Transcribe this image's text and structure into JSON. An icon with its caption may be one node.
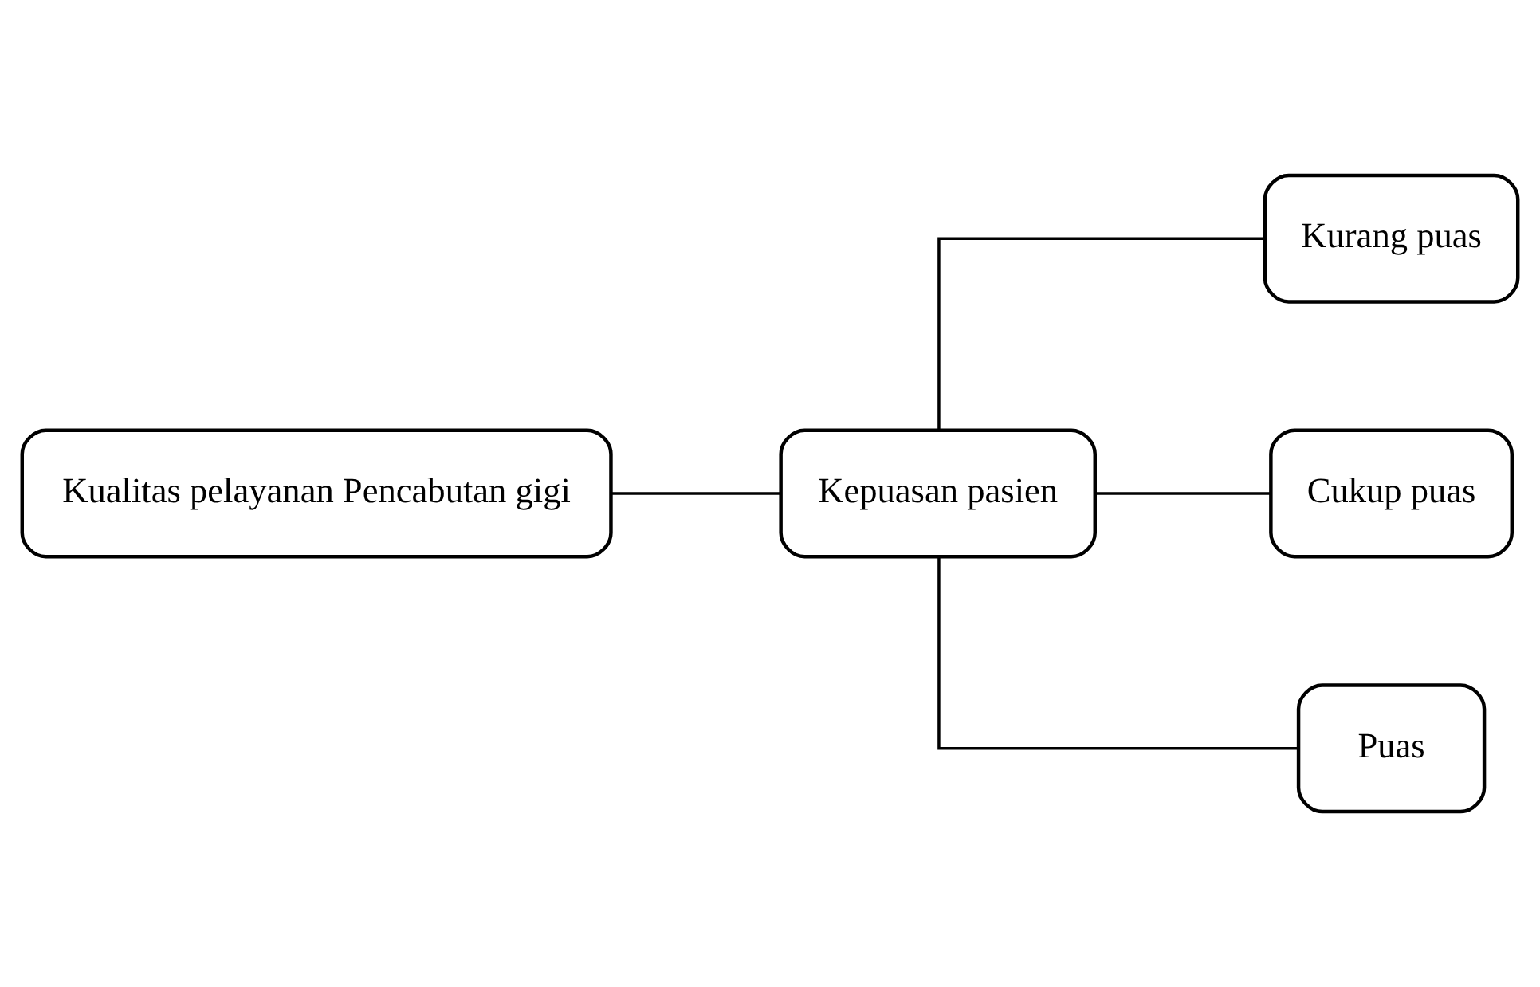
{
  "diagram": {
    "nodes": [
      {
        "text": [
          "Kualitas pelayanan Pencabutan gigi"
        ]
      },
      {
        "text": [
          "Kepuasan pasien"
        ]
      },
      {
        "text": [
          "Kurang puas"
        ]
      },
      {
        "text": [
          "Cukup puas"
        ]
      },
      {
        "text": [
          "Puas"
        ]
      }
    ],
    "edges": [
      {
        "from": 0,
        "to": 1,
        "arrow": "none"
      },
      {
        "from": 1,
        "to": 2,
        "arrow": "none"
      },
      {
        "from": 1,
        "to": 3,
        "arrow": "none"
      },
      {
        "from": 1,
        "to": 4,
        "arrow": "none"
      }
    ]
  }
}
